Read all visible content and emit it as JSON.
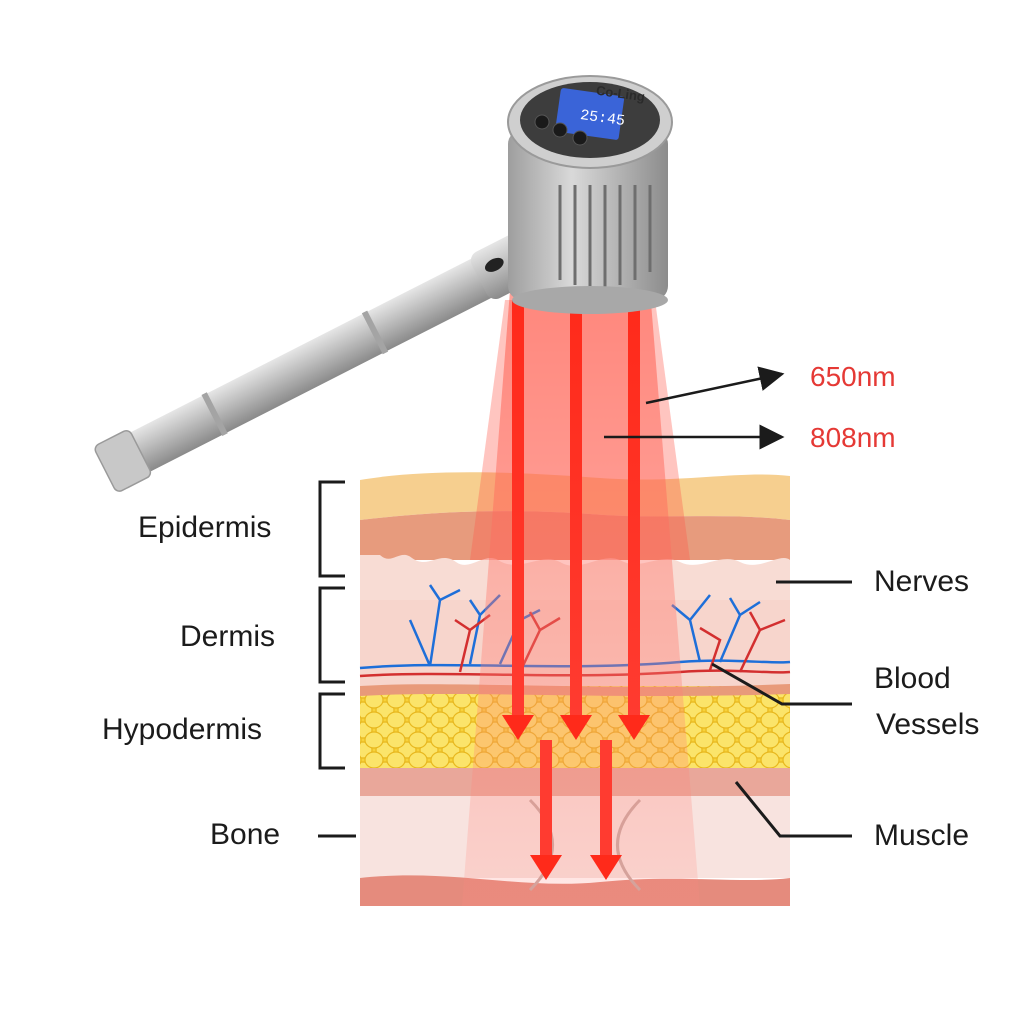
{
  "device": {
    "brand": "Co-Ling",
    "display_value": "25:45"
  },
  "wavelengths": [
    {
      "label": "650nm"
    },
    {
      "label": "808nm"
    }
  ],
  "layers_left": {
    "epidermis": "Epidermis",
    "dermis": "Dermis",
    "hypodermis": "Hypodermis",
    "bone": "Bone"
  },
  "labels_right": {
    "nerves": "Nerves",
    "blood_line1": "Blood",
    "blood_line2": "Vessels",
    "muscle": "Muscle"
  },
  "colors": {
    "laser_red": "#e53935",
    "beam": "#ff3b30",
    "fat": "#f5cc2a",
    "skin": "#f2b69b",
    "vessel_red": "#d32f2f",
    "vessel_blue": "#1e6fd9"
  }
}
